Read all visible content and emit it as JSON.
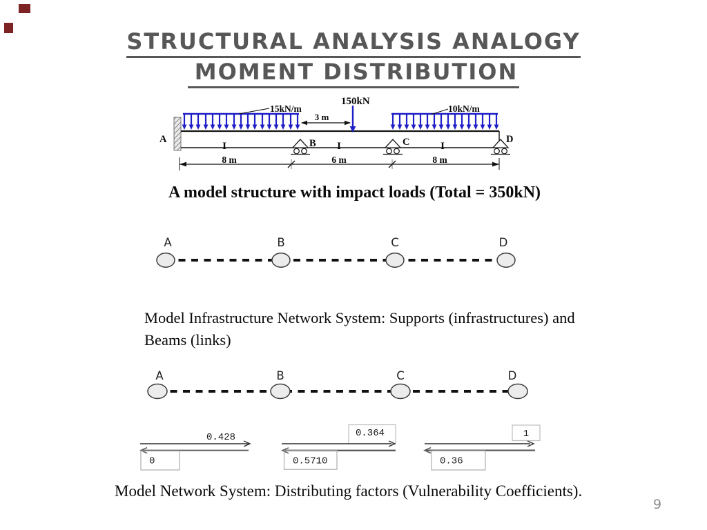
{
  "slide": {
    "background_color": "#ffffff",
    "corner_accent_color": "#7d2323",
    "title": {
      "line1": "STRUCTURAL ANALYSIS ANALOGY",
      "line2": "MOMENT DISTRIBUTION",
      "color": "#575757"
    },
    "page_number": "9"
  },
  "beam_figure": {
    "caption": "A model structure with impact loads (Total = 350kN)",
    "load_color": "#1f1fc8",
    "labels": {
      "udl_left": "15kN/m",
      "point_load": "150kN",
      "udl_right": "10kN/m",
      "offset_dim": "3 m",
      "support_a": "A",
      "support_b": "B",
      "support_c": "C",
      "support_d": "D",
      "inertia_1": "I",
      "inertia_2": "I",
      "inertia_3": "I",
      "span_1": "8 m",
      "span_2": "6 m",
      "span_3": "8 m"
    }
  },
  "network_top": {
    "node_labels": [
      "A",
      "B",
      "C",
      "D"
    ]
  },
  "network_caption": {
    "line1": "Model Infrastructure Network System: Supports (infrastructures) and",
    "line2": "Beams (links)"
  },
  "network_bottom": {
    "node_labels": [
      "A",
      "B",
      "C",
      "D"
    ]
  },
  "distribution_factors": {
    "groups": [
      {
        "forward": "0.428",
        "backward": "0"
      },
      {
        "forward": "0.364",
        "backward": "0.5710"
      },
      {
        "forward": "1",
        "backward": "0.36"
      }
    ]
  },
  "factors_caption": "Model Network System: Distributing factors (Vulnerability Coefficients)."
}
